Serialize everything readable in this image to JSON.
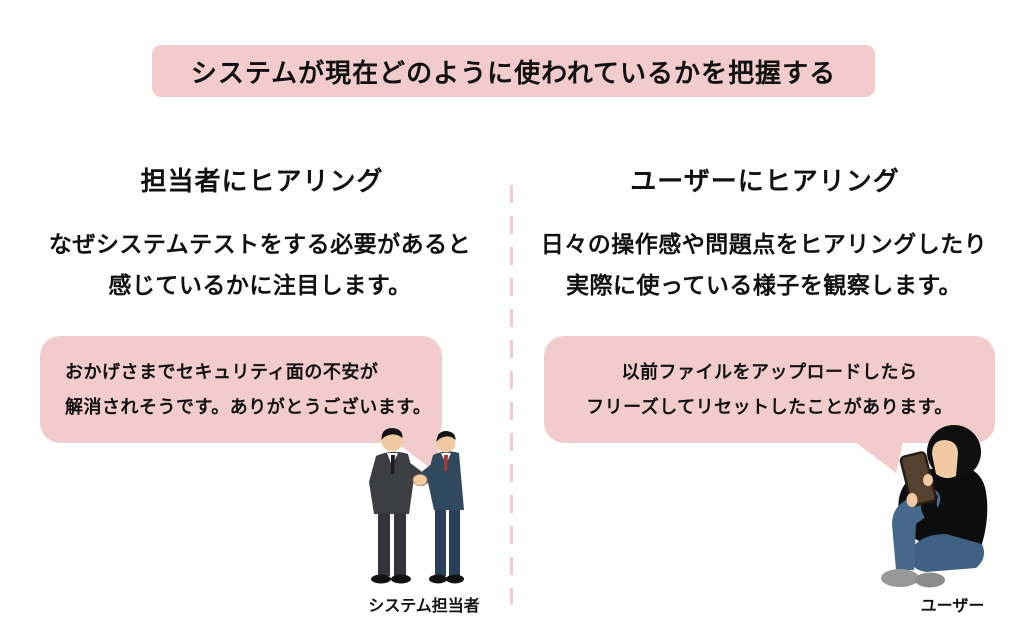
{
  "banner": {
    "title": "システムが現在どのように使われているかを把握する"
  },
  "colors": {
    "pink_fill": "#f2cccc",
    "divider_pink": "#f0cdcd",
    "text": "#111111",
    "suit_dark": "#3d3d44",
    "suit_navy": "#31495f",
    "tie_red": "#9b3a32",
    "skin": "#f1c9a3",
    "jeans_blue": "#46688a",
    "socks_gray": "#989898",
    "tablet_brown": "#554130"
  },
  "left_panel": {
    "heading": "担当者にヒアリング",
    "body_lines": [
      "なぜシステムテストをする必要があると",
      "感じているかに注目します。"
    ],
    "bubble_lines": [
      "おかげさまでセキュリティ面の不安が",
      "解消されそうです。ありがとうございます。"
    ],
    "caption": "システム担当者",
    "illustration": "two-businessmen-handshake-icon"
  },
  "right_panel": {
    "heading": "ユーザーにヒアリング",
    "body_lines": [
      "日々の操作感や問題点をヒアリングしたり",
      "実際に使っている様子を観察します。"
    ],
    "bubble_lines": [
      "以前ファイルをアップロードしたら",
      "フリーズしてリセットしたことがあります。"
    ],
    "caption": "ユーザー",
    "illustration": "person-sitting-with-tablet-icon"
  }
}
